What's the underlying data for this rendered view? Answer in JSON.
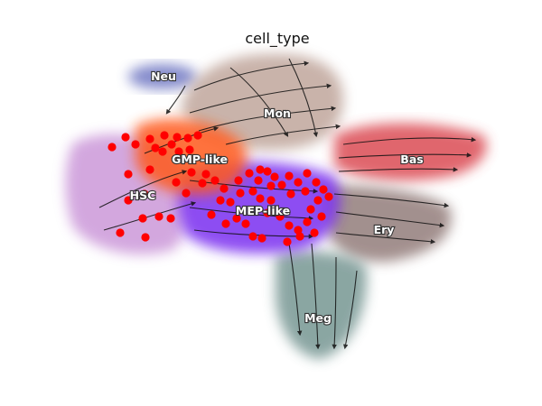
{
  "plot": {
    "title": "cell_type",
    "clusters": [
      {
        "key": "neu",
        "label": "Neu",
        "color": "#6f77c3"
      },
      {
        "key": "mon",
        "label": "Mon",
        "color": "#b79a8e"
      },
      {
        "key": "gmp",
        "label": "GMP-like",
        "color": "#ff5a1f"
      },
      {
        "key": "hsc",
        "label": "HSC",
        "color": "#c58ad4"
      },
      {
        "key": "mep",
        "label": "MEP-like",
        "color": "#7a2ff0"
      },
      {
        "key": "bas",
        "label": "Bas",
        "color": "#d9414a"
      },
      {
        "key": "ery",
        "label": "Ery",
        "color": "#8c7572"
      },
      {
        "key": "meg",
        "label": "Meg",
        "color": "#6e908c"
      }
    ],
    "highlight_color": "#ff0000",
    "arrow_color": "#111111"
  }
}
